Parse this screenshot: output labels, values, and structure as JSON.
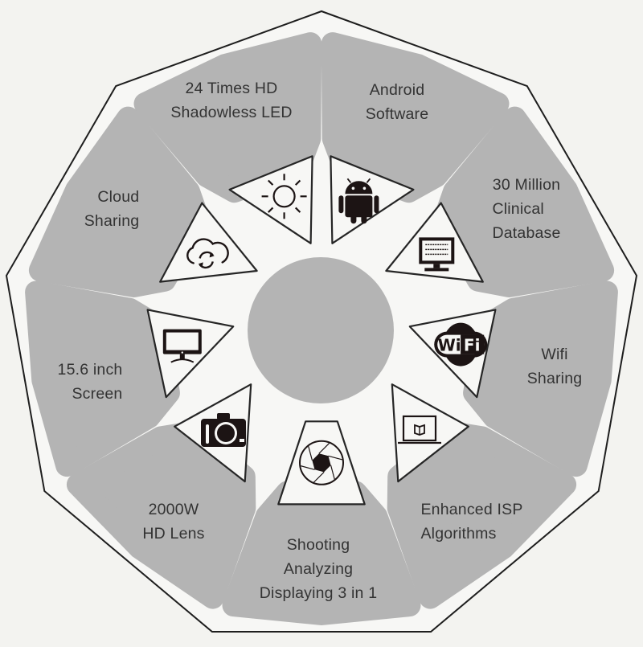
{
  "diagram": {
    "title": "",
    "colors": {
      "background": "#f3f3f0",
      "panel": "#b4b4b4",
      "outline": "#1e1e1e",
      "center": "#b4b4b4",
      "text": "#333333"
    },
    "center_circle": {
      "label": ""
    },
    "segments": [
      {
        "id": "android",
        "angle": -70,
        "lines": [
          "Android",
          "Software"
        ],
        "icon": "android-icon"
      },
      {
        "id": "clinical-database",
        "angle": -30,
        "lines": [
          "30 Million",
          "Clinical",
          "Database"
        ],
        "icon": "monitor-data-icon"
      },
      {
        "id": "wifi-sharing",
        "angle": 10,
        "lines": [
          "Wifi",
          "Sharing"
        ],
        "icon": "wifi-icon"
      },
      {
        "id": "isp-algorithms",
        "angle": 50,
        "lines": [
          "Enhanced ISP",
          "Algorithms"
        ],
        "icon": "laptop-book-icon"
      },
      {
        "id": "shooting-analyzing",
        "angle": 90,
        "lines": [
          "Shooting",
          "Analyzing",
          "Displaying 3 in 1"
        ],
        "icon": "aperture-icon"
      },
      {
        "id": "hd-lens",
        "angle": 130,
        "lines": [
          "2000W",
          "HD Lens"
        ],
        "icon": "camera-icon"
      },
      {
        "id": "screen",
        "angle": 170,
        "lines": [
          "15.6 inch",
          "Screen"
        ],
        "icon": "tv-monitor-icon"
      },
      {
        "id": "cloud-sharing",
        "angle": 210,
        "lines": [
          "Cloud",
          "Sharing"
        ],
        "icon": "cloud-sync-icon"
      },
      {
        "id": "shadowless-led",
        "angle": 250,
        "lines": [
          "24 Times HD",
          "Shadowless LED"
        ],
        "icon": "sun-icon"
      }
    ]
  }
}
